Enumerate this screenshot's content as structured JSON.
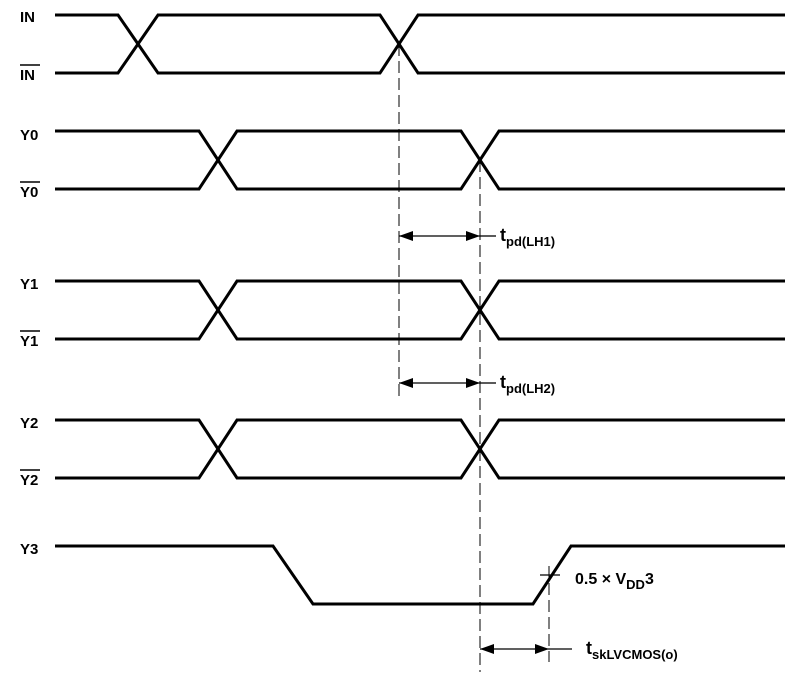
{
  "signals": {
    "in": "IN",
    "in_bar": "IN",
    "y0": "Y0",
    "y0_bar": "Y0",
    "y1": "Y1",
    "y1_bar": "Y1",
    "y2": "Y2",
    "y2_bar": "Y2",
    "y3": "Y3"
  },
  "annotations": {
    "tpd1": {
      "base": "t",
      "sub": "pd(LH1)"
    },
    "tpd2": {
      "base": "t",
      "sub": "pd(LH2)"
    },
    "threshold": {
      "prefix": "0.5 × V",
      "sub": "DD",
      "suffix": "3"
    },
    "tsk": {
      "base": "t",
      "sub": "skLVCMOS(o)"
    }
  }
}
